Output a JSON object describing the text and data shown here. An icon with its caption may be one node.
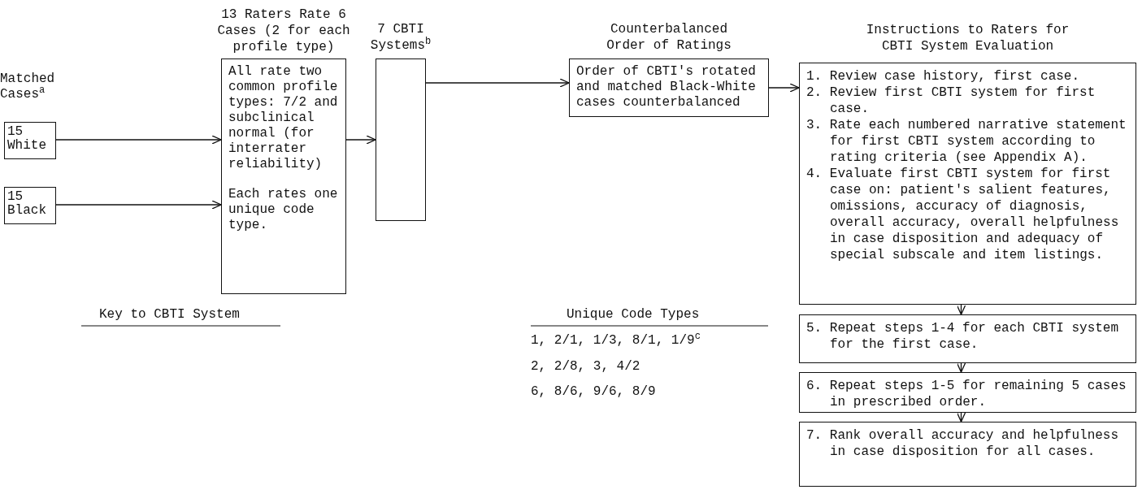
{
  "diagram": {
    "nodes": [
      {
        "text": [
          "15 White"
        ]
      },
      {
        "text": [
          "15 Black"
        ]
      },
      {
        "text": [
          "13 Raters Rate 6 Cases (2 for each profile type)",
          "All rate two common profile types: 7/2 and subclinical normal (for interrater reliability)",
          "Each rates one unique code type."
        ]
      },
      {
        "text": [
          "7 CBTI Systems$^{b}$"
        ]
      },
      {
        "text": [
          "Counterbalanced Order of Ratings",
          "Order of CBTI's rotated and matched Black-White cases counterbalanced"
        ]
      },
      {
        "text": [
          "Instructions to Raters for CBTI System Evaluation",
          "1. Review case history, first case.",
          "2. Review first CBTI system for first case.",
          "3. Rate each numbered narrative statement for first CBTI system according to rating criteria (see Appendix A).",
          "4. Evaluate first CBTI system for first case on: patient's salient features, omissions, accuracy of diagnosis, overall accuracy, overall helpfulness in case disposition and adequacy of special subscale and item listings."
        ]
      },
      {
        "text": [
          "5. Repeat steps 1-4 for each CBTI system for the first case."
        ]
      },
      {
        "text": [
          "6. Repeat steps 1-5 for remaining 5 cases in prescribed order."
        ]
      },
      {
        "text": [
          "7. Rank overall accuracy and helpfulness in case disposition for all cases."
        ]
      }
    ],
    "edges": [
      {
        "from": 0,
        "to": 2,
        "arrow": "to"
      },
      {
        "from": 1,
        "to": 2,
        "arrow": "to"
      },
      {
        "from": 2,
        "to": 3,
        "arrow": "to"
      },
      {
        "from": 3,
        "to": 4,
        "arrow": "to"
      },
      {
        "from": 4,
        "to": 5,
        "arrow": "to"
      },
      {
        "from": 5,
        "to": 6,
        "arrow": "to"
      },
      {
        "from": 6,
        "to": 7,
        "arrow": "to"
      },
      {
        "from": 7,
        "to": 8,
        "arrow": "to"
      }
    ],
    "labels": [
      "Matched Cases$^{a}$",
      "Key to CBTI System",
      "Unique Code Types",
      "1, 2/1, 1/3, 8/1, 1/9$^{c}$",
      "2, 2/8, 3, 4/2",
      "6, 8/6, 9/6, 8/9"
    ]
  }
}
